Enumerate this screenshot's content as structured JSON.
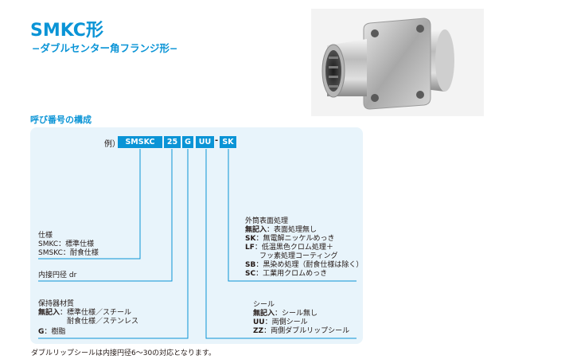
{
  "header": {
    "title": "SMKC形",
    "subtitle": "−ダブルセンター角フランジ形−"
  },
  "section": {
    "heading": "呼び番号の構成"
  },
  "example": {
    "prefix": "例）",
    "parts": [
      "SMSKC",
      "25",
      "G",
      "UU",
      "SK"
    ],
    "separator": "-"
  },
  "specs": {
    "type": {
      "heading": "仕様",
      "items": [
        "SMKC：標準仕様",
        "SMSKC：耐食仕様"
      ]
    },
    "diameter": {
      "label": "内接円径 dr"
    },
    "retainer": {
      "heading": "保持器材質",
      "key": "無記入",
      "line1": "：標準仕様／スチール",
      "line2": "耐食仕様／ステンレス",
      "g_key": "G",
      "g_val": "：樹脂"
    },
    "seal": {
      "heading": "シール",
      "items": [
        {
          "key": "無記入",
          "val": "：シール無し"
        },
        {
          "key": "UU",
          "val": "：両側シール"
        },
        {
          "key": "ZZ",
          "val": "：両側ダブルリップシール"
        }
      ]
    },
    "surface": {
      "heading": "外筒表面処理",
      "items": [
        {
          "key": "無記入",
          "val": "：表面処理無し"
        },
        {
          "key": "SK",
          "val": "：無電解ニッケルめっき"
        },
        {
          "key": "LF",
          "val": "：低温黒色クロム処理＋"
        },
        {
          "key": "",
          "val": "フッ素処理コーティング"
        },
        {
          "key": "SB",
          "val": "：黒染め処理（耐食仕様は除く）"
        },
        {
          "key": "SC",
          "val": "：工業用クロムめっき"
        }
      ]
    }
  },
  "footnote": "ダブルリップシールは内接円径6〜30の対応となります。",
  "colors": {
    "accent": "#0a94d6",
    "panel": "#e8f4fb",
    "text": "#231815"
  }
}
